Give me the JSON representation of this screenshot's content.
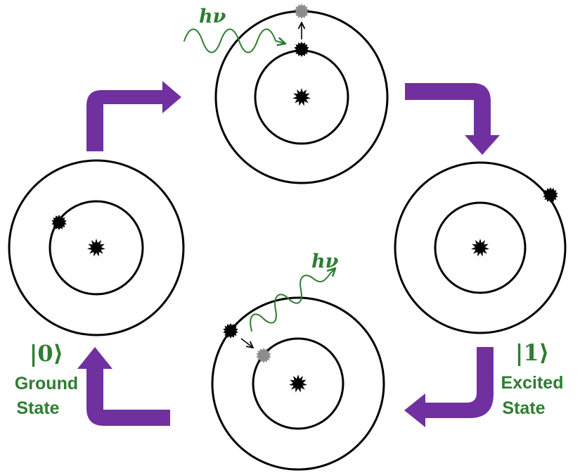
{
  "colors": {
    "accent_green": "#2e7d32",
    "arrow_purple": "#7030a0",
    "electron_black": "#000000",
    "electron_gray": "#8c8c8c",
    "background": "#ffffff"
  },
  "photon_label": "hν",
  "ground": {
    "ket": "|0⟩",
    "line1": "Ground",
    "line2": "State"
  },
  "excited": {
    "ket": "|1⟩",
    "line1": "Excited",
    "line2": "State"
  },
  "atoms": [
    {
      "name": "ground-state-atom",
      "electron_orbit": "inner"
    },
    {
      "name": "absorption-atom",
      "electron_orbit": "inner",
      "transition_to": "outer"
    },
    {
      "name": "excited-state-atom",
      "electron_orbit": "outer"
    },
    {
      "name": "emission-atom",
      "electron_orbit": "outer",
      "transition_to": "inner"
    }
  ],
  "cycle_arrows": [
    "ground-to-absorption",
    "absorption-to-excited",
    "excited-to-emission",
    "emission-to-ground"
  ],
  "icons": [
    "nucleus-icon",
    "electron-icon",
    "photon-wave-icon",
    "transition-arrow-icon"
  ]
}
